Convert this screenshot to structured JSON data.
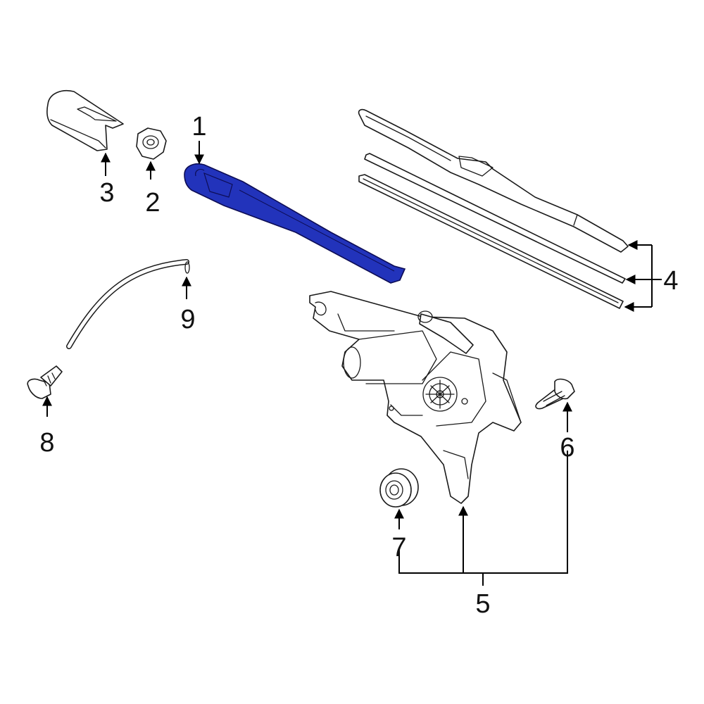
{
  "colors": {
    "highlight_part": "#2233bb",
    "line": "#1a1a1a",
    "background": "#ffffff"
  },
  "callouts": {
    "c1": "1",
    "c2": "2",
    "c3": "3",
    "c4": "4",
    "c5": "5",
    "c6": "6",
    "c7": "7",
    "c8": "8",
    "c9": "9"
  }
}
